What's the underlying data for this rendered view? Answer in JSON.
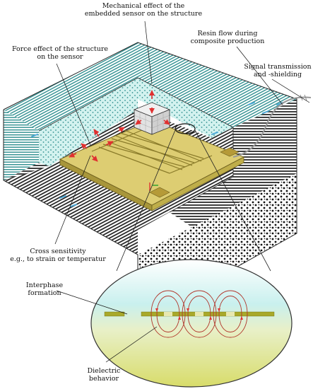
{
  "labels": {
    "mechanical_effect": [
      "Mechanical effect of the",
      "embedded sensor on the structure"
    ],
    "resin_flow": [
      "Resin flow during",
      "composite production"
    ],
    "force_effect": [
      "Force effect of the structure",
      "on the sensor"
    ],
    "signal_transmission": [
      "Signal transmission",
      "and -shielding"
    ],
    "cross_sensitivity": [
      "Cross sensitivity",
      "e.g., to strain or temperatur"
    ],
    "interphase": [
      "Interphase",
      "formation"
    ],
    "dielectric": [
      "Dielectric",
      "behavior"
    ]
  },
  "colors": {
    "teal": "#2f8f8f",
    "teal_light": "#c9f0ee",
    "sensor_gold": "#d9c86a",
    "sensor_edge": "#8a7b2a",
    "arrow_red": "#e03030",
    "field_line": "#b0352a",
    "ellipse_top": "#d8f4f2",
    "ellipse_bottom": "#e6e88a"
  }
}
